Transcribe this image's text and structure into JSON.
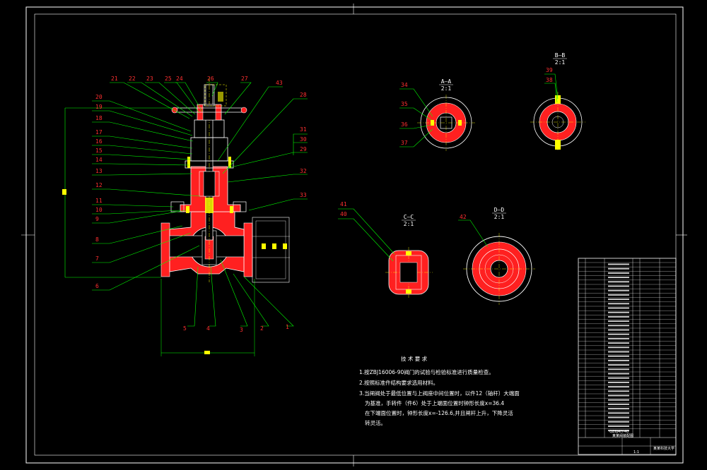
{
  "colors": {
    "background": "#000000",
    "frame": "#ffffff",
    "leader": "#00ff00",
    "label": "#ff3030",
    "hatch": "#ff2020",
    "outline": "#ffffff",
    "centerline": "#ffff00",
    "dimension": "#00ff00"
  },
  "part_labels_left": [
    "21",
    "22",
    "23",
    "25",
    "24",
    "26",
    "27",
    "20",
    "19",
    "18",
    "17",
    "16",
    "15",
    "14",
    "13",
    "12",
    "11",
    "10",
    "9",
    "8",
    "7",
    "6"
  ],
  "part_labels_right": [
    "43",
    "28",
    "31",
    "30",
    "29",
    "32",
    "33"
  ],
  "part_labels_bottom": [
    "5",
    "4",
    "3",
    "2",
    "1"
  ],
  "part_labels_sections": [
    "34",
    "35",
    "36",
    "37",
    "39",
    "38",
    "41",
    "40",
    "42"
  ],
  "section_views": [
    {
      "title": "A—A",
      "scale": "2:1"
    },
    {
      "title": "B—B",
      "scale": "2:1"
    },
    {
      "title": "C—C",
      "scale": "2:1"
    },
    {
      "title": "D—D",
      "scale": "2:1"
    }
  ],
  "tech_notes": {
    "title": "技 术 要 求",
    "lines": [
      "1.按ZBJ16006-90阀门的试验与检验标准进行质量检查。",
      "2.按照标准件结构要求选用材料。",
      "3.当闸阀处于最低位置与上阀座中间位置时，以件12（轴杆）大端面",
      "为基准，手转件（件6）处于上端面位置时钟形长度x=36.4",
      "在下端面位置时，钟形长度x=-126.6,并且闸杆上升，下降灵活",
      "转灵活。"
    ]
  },
  "title_block": {
    "drawing_number": "QZ6J4IY-40",
    "drawing_name": "某某阀装配图",
    "school": "某某科技大学",
    "scale": "1:1"
  }
}
